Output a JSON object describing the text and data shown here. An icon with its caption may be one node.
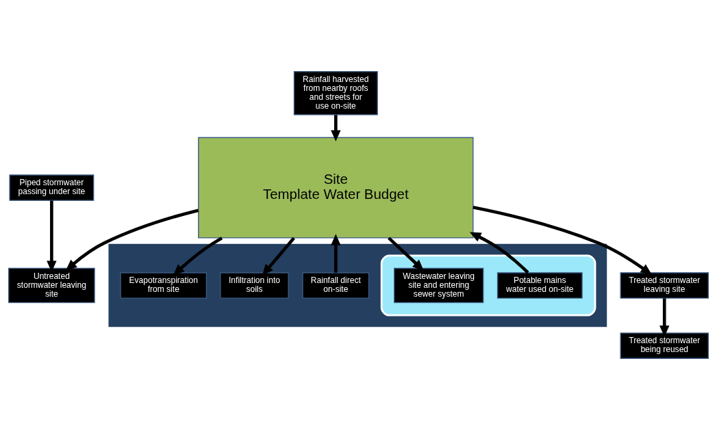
{
  "diagram": {
    "nodes": [
      {
        "text": [],
        "shape": "box"
      },
      {
        "text": [],
        "shape": "ellipse",
        "in": 0
      },
      {
        "text": [
          "Rainfall direct on-site"
        ],
        "in": 0
      },
      {
        "text": [
          "Rainfall harvested from nearby roofs and streets for use on-site"
        ]
      },
      {
        "text": [
          "Piped stormwater passing under site"
        ]
      },
      {
        "text": [
          "Site",
          "Template Water Budget"
        ]
      },
      {
        "text": [
          "Potable mains water used on-site"
        ],
        "in": 1
      },
      {
        "text": [
          "Untreated stormwater leaving site"
        ]
      },
      {
        "text": [
          "Treated stormwater leaving site"
        ]
      },
      {
        "text": [
          "Treated stormwater being reused"
        ]
      },
      {
        "text": [
          "Wastewater leaving site and entering sewer system"
        ],
        "in": 1
      },
      {
        "text": [
          "Infiltration into soils"
        ],
        "in": 0
      },
      {
        "text": [
          "Evapotranspiration from site"
        ],
        "in": 0
      }
    ],
    "edges": [
      {
        "from": 2,
        "to": 5,
        "arrow": "to"
      },
      {
        "from": 3,
        "to": 5,
        "arrow": "to"
      },
      {
        "from": 4,
        "to": 7,
        "arrow": "to"
      },
      {
        "from": 6,
        "to": 5,
        "arrow": "to"
      },
      {
        "from": 5,
        "to": 7,
        "arrow": "to"
      },
      {
        "from": 5,
        "to": 8,
        "arrow": "to"
      },
      {
        "from": 8,
        "to": 9,
        "arrow": "to"
      },
      {
        "from": 5,
        "to": 10,
        "arrow": "to"
      },
      {
        "from": 5,
        "to": 11,
        "arrow": "to"
      },
      {
        "from": 5,
        "to": 12,
        "arrow": "to"
      }
    ]
  }
}
